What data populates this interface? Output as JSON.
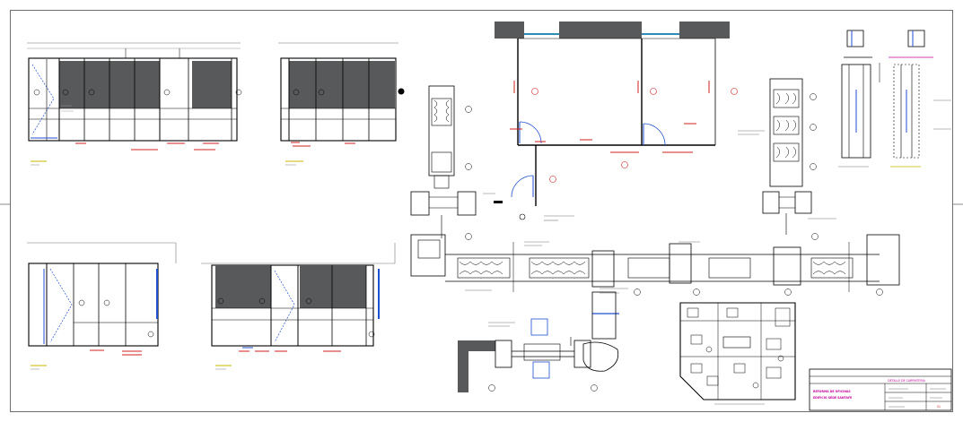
{
  "title_block": {
    "project_line1": "REFORMA DE OFICINAS",
    "project_line2": "EDIFICIO SEDE SANTAFE",
    "drawing_label": "DETALLE DE CARPINTERIA",
    "sheet_id": "01"
  },
  "colors": {
    "frame": "#000000",
    "wall_fill": "#58595b",
    "glass": "#1f4fd1",
    "dim_red": "#d21f1f",
    "callout_yellow": "#c8b400",
    "title_magenta": "#c3009c",
    "sheet_border": "#6e6e6e"
  },
  "icons": [
    "grid-bubble-icon",
    "section-marker-icon",
    "door-swing-icon",
    "north-arrow-icon"
  ]
}
